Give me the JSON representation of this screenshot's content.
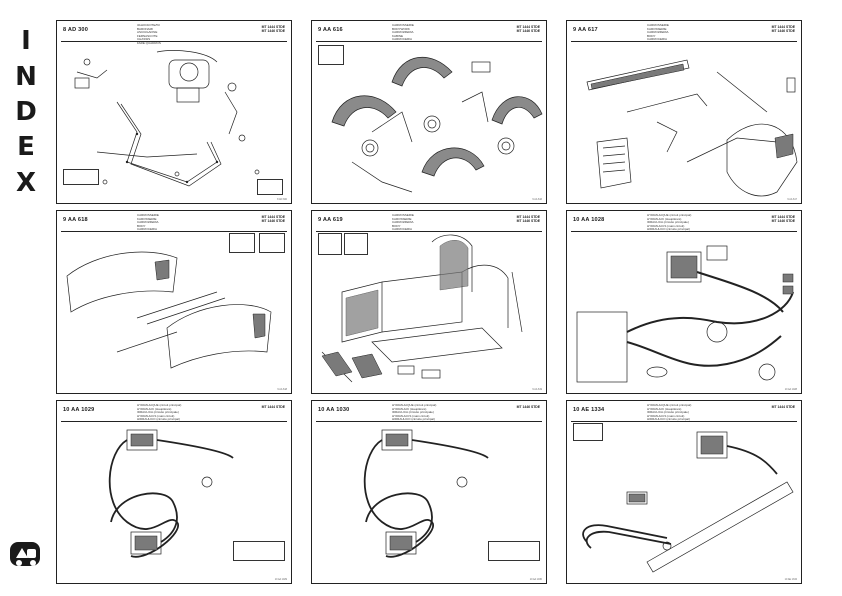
{
  "index_title": [
    "I",
    "N",
    "D",
    "E",
    "X"
  ],
  "cards": [
    {
      "code": "8 AD 300",
      "desc": "ЗАНОСКОТЕЛЯ\nBARONAMI\nASCIUGAFINE\nFERNASCOTE\nCHASSIS\nFARE QUADROS",
      "model": [
        "MT 1444 STDE",
        "MT 1446 STDE"
      ],
      "foot": "8 AD 300"
    },
    {
      "code": "9 AA 616",
      "desc": "CARROSSERIE\nBODYWORK\nCARROZZERIA\nKABINE\nCARROCERIA",
      "model": [
        "MT 1444 STDE",
        "MT 1446 STDE"
      ],
      "foot": "9 AA 616"
    },
    {
      "code": "9 AA 617",
      "desc": "CARROSSERIE\nKAROSSERIE\nCARROZZERIA\nBODY\nCARROCERIA",
      "model": [
        "MT 1444 STDE",
        "MT 1446 STDE"
      ],
      "foot": "9 AA 617"
    },
    {
      "code": "9 AA 618",
      "desc": "CARROSSERIE\nKAROSSERIE\nCARROZZERIA\nBODY\nCARROCERIA",
      "model": [
        "MT 1444 STDE",
        "MT 1446 STDE"
      ],
      "foot": "9 AA 618"
    },
    {
      "code": "9 AA 619",
      "desc": "CARROSSERIE\nKAROSSERIE\nCARROZZERIA\nBODY\nCARROCERIA",
      "model": [
        "MT 1444 STDE",
        "MT 1446 STDE"
      ],
      "foot": "9 AA 619"
    },
    {
      "code": "10 AA 1028",
      "desc": "HYDRAULIQUE (circuit principal)\nHYDRAULIK (Hauptkreis)\nIDRAULICA (circuito principale)\nHYDRAULICS (main circuit)\nHIDRAULICO (circuito principal)",
      "model": [
        "MT 1444 STDE",
        "MT 1446 STDE"
      ],
      "foot": "10 AA 1028"
    },
    {
      "code": "10 AA 1029",
      "desc": "HYDRAULIQUE (circuit principal)\nHYDRAULIK (Hauptkreis)\nIDRAULICA (circuito principale)\nHYDRAULICS (main circuit)\nHIDRAULICO (circuito principal)",
      "model": [
        "MT 1444 STDE"
      ],
      "foot": "10 AA 1029"
    },
    {
      "code": "10 AA 1030",
      "desc": "HYDRAULIQUE (circuit principal)\nHYDRAULIK (Hauptkreis)\nIDRAULICA (circuito principale)\nHYDRAULICS (main circuit)\nHIDRAULICO (circuito principal)",
      "model": [
        "MT 1446 STDE"
      ],
      "foot": "10 AA 1030"
    },
    {
      "code": "10 AE 1334",
      "desc": "HYDRAULIQUE (circuit principal)\nHYDRAULIK (Hauptkreis)\nIDRAULICA (circuito principale)\nHYDRAULICS (main circuit)\nHIDRAULICO (circuito principal)",
      "model": [
        "MT 1444 STDE"
      ],
      "foot": "10 AE 1334"
    }
  ],
  "colors": {
    "line": "#222222",
    "paper": "#ffffff",
    "shade": "#7a7a7a"
  }
}
